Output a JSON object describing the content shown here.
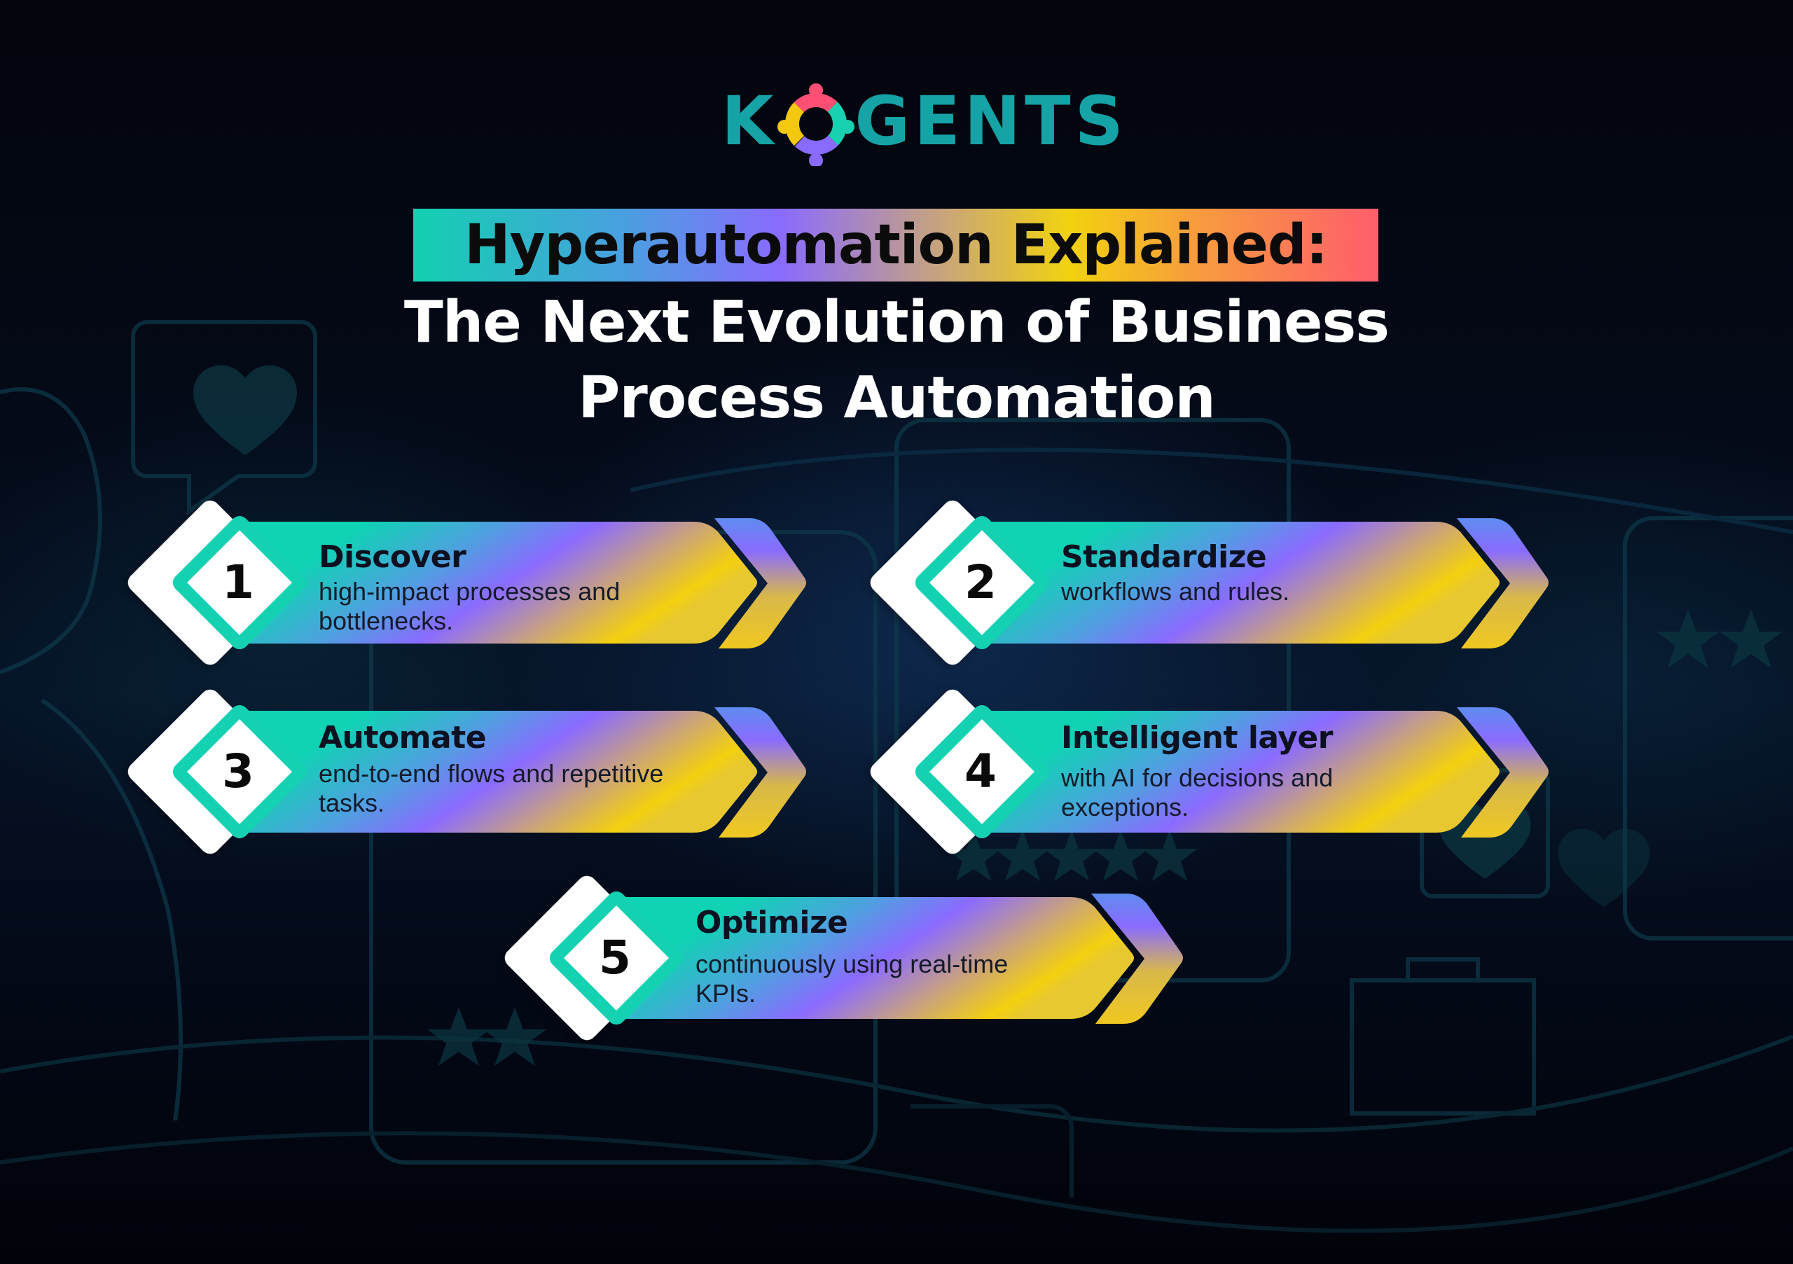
{
  "brand": {
    "name": "KOGENTS",
    "name_prefix": "K",
    "name_suffix": "GENTS",
    "logo_icon": "people-circle-icon",
    "colors": {
      "teal": "#15a3a6",
      "pink": "#ff4f74",
      "yellow": "#f3c80f",
      "green": "#17d1b0",
      "purple": "#8a6bff"
    }
  },
  "header": {
    "highlight_title": "Hyperautomation Explained:",
    "subtitle_line_1": "The Next Evolution of Business",
    "subtitle_line_2": "Process Automation"
  },
  "steps": [
    {
      "number": "1",
      "title": "Discover",
      "description": "high-impact processes and\nbottlenecks."
    },
    {
      "number": "2",
      "title": "Standardize",
      "description": "workflows and rules."
    },
    {
      "number": "3",
      "title": "Automate",
      "description": "end-to-end flows and repetitive\ntasks."
    },
    {
      "number": "4",
      "title": "Intelligent layer",
      "description": " with AI for decisions and\nexceptions."
    },
    {
      "number": "5",
      "title": "Optimize",
      "description": "continuously using real-time\nKPIs."
    }
  ],
  "theme": {
    "background": "#020611",
    "banner_gradient": [
      "#0fd3b3",
      "#8a6bff",
      "#f4d00f"
    ],
    "diamond_fill": "#ffffff",
    "diamond_border": "#14d1b2",
    "headline_gradient": [
      "#12d0b0",
      "#8a6bff",
      "#f1d20f",
      "#ff5d6c"
    ]
  }
}
